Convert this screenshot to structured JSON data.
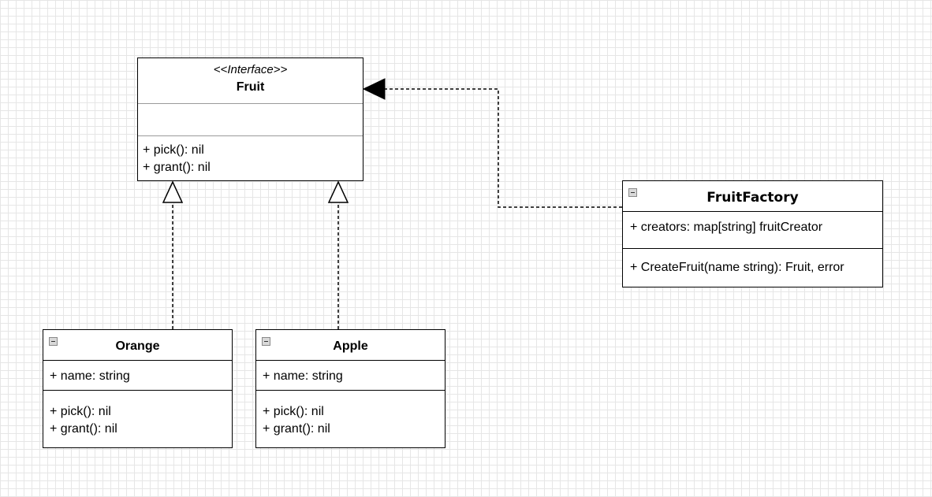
{
  "fruit": {
    "stereotype": "<<Interface>>",
    "name": "Fruit",
    "operations": [
      "+ pick(): nil",
      "+ grant(): nil"
    ]
  },
  "factory": {
    "name": "FruitFactory",
    "attributes": [
      "+ creators: map[string] fruitCreator"
    ],
    "operations": [
      "+ CreateFruit(name string): Fruit, error"
    ]
  },
  "orange": {
    "name": "Orange",
    "attributes": [
      "+ name: string"
    ],
    "operations": [
      "+ pick(): nil",
      "+ grant(): nil"
    ]
  },
  "apple": {
    "name": "Apple",
    "attributes": [
      "+ name: string"
    ],
    "operations": [
      "+ pick(): nil",
      "+ grant(): nil"
    ]
  }
}
